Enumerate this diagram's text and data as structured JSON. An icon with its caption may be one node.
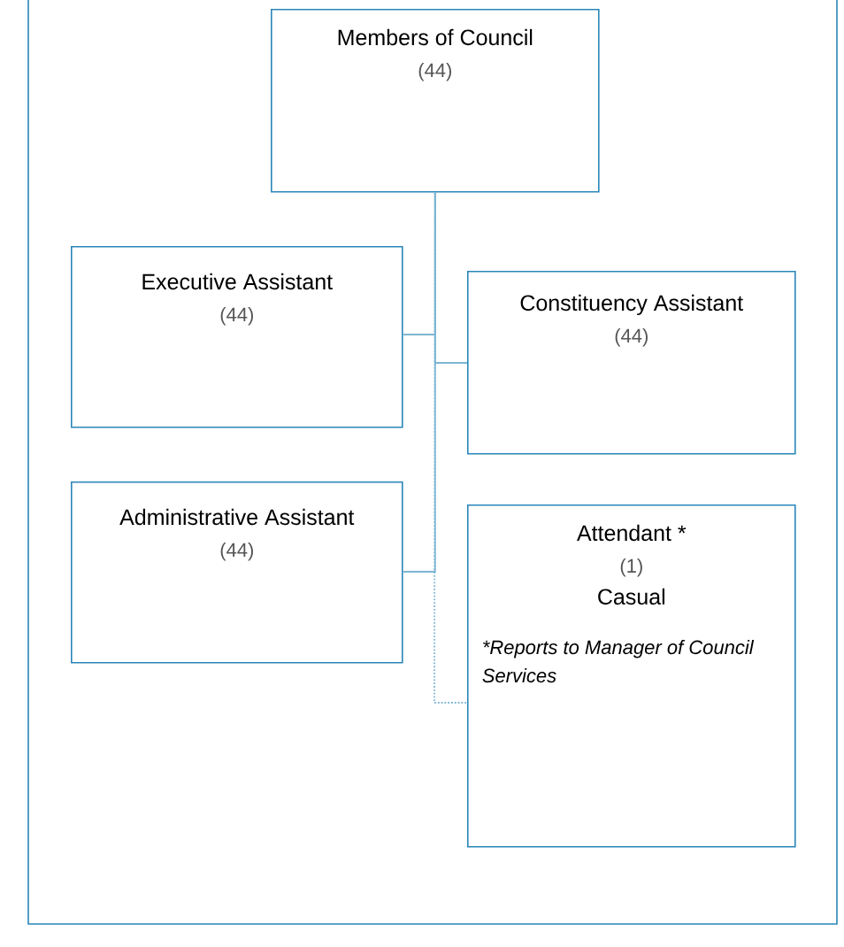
{
  "diagram": {
    "nodes": [
      {
        "text": [
          "Members of Council",
          "(44)"
        ]
      },
      {
        "text": [
          "Executive Assistant",
          "(44)"
        ]
      },
      {
        "text": [
          "Constituency Assistant",
          "(44)"
        ]
      },
      {
        "text": [
          "Administrative Assistant",
          "(44)"
        ]
      },
      {
        "text": [
          "Attendant *",
          "(1)",
          "Casual",
          "*Reports to Manager of Council Services"
        ]
      }
    ],
    "edges": [
      {
        "from": 0,
        "to": 1,
        "arrow": "none"
      },
      {
        "from": 0,
        "to": 2,
        "arrow": "none"
      },
      {
        "from": 0,
        "to": 3,
        "arrow": "none"
      },
      {
        "from": 0,
        "to": 4,
        "arrow": "none",
        "style": "dashed"
      }
    ]
  }
}
